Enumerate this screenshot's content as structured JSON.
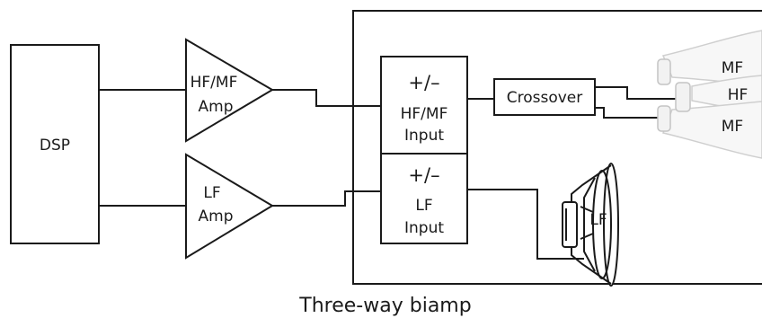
{
  "diagram": {
    "caption": "Three-way biamp",
    "dsp": {
      "label": "DSP"
    },
    "hf_amp": {
      "line1": "HF/MF",
      "line2": "Amp"
    },
    "lf_amp": {
      "line1": "LF",
      "line2": "Amp"
    },
    "hf_input": {
      "sign": "+/–",
      "line1": "HF/MF",
      "line2": "Input"
    },
    "lf_input": {
      "sign": "+/–",
      "line1": "LF",
      "line2": "Input"
    },
    "crossover": {
      "label": "Crossover"
    },
    "horns": {
      "top": "MF",
      "middle": "HF",
      "bottom": "MF"
    },
    "woofer": {
      "label": "LF"
    }
  }
}
